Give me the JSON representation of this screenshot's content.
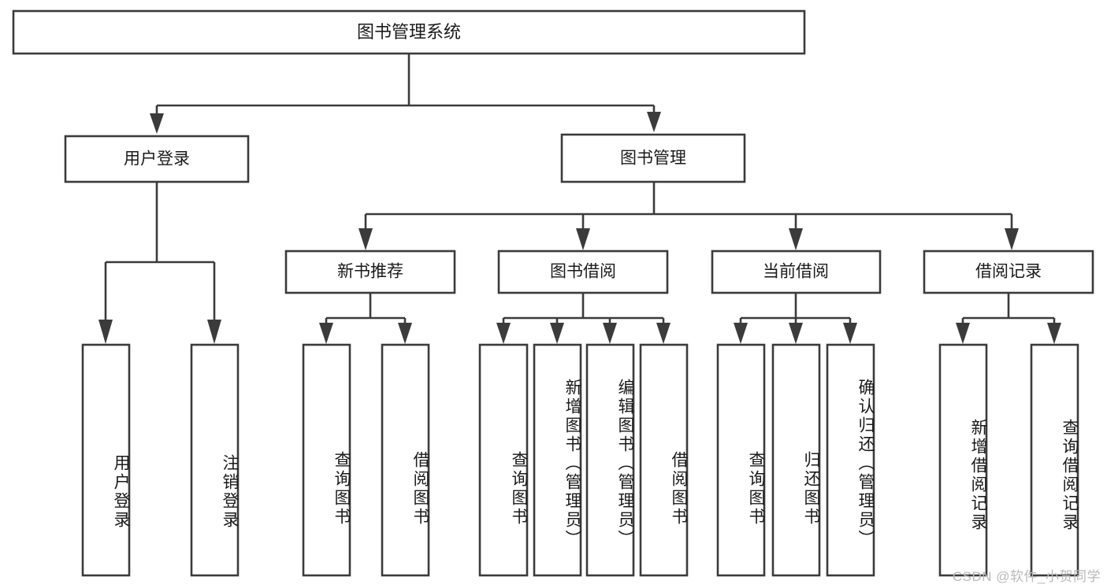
{
  "diagram": {
    "type": "hierarchy-tree",
    "title": "图书管理系统",
    "root": {
      "id": "root",
      "label": "图书管理系统"
    },
    "level2": [
      {
        "id": "user-login",
        "label": "用户登录"
      },
      {
        "id": "book-management",
        "label": "图书管理"
      }
    ],
    "level3": [
      {
        "id": "new-book-recommend",
        "label": "新书推荐",
        "parent": "book-management"
      },
      {
        "id": "book-borrow",
        "label": "图书借阅",
        "parent": "book-management"
      },
      {
        "id": "current-borrow",
        "label": "当前借阅",
        "parent": "book-management"
      },
      {
        "id": "borrow-record",
        "label": "借阅记录",
        "parent": "book-management"
      }
    ],
    "leaves": [
      {
        "id": "leaf-user-login",
        "label": "用户登录",
        "parent": "user-login"
      },
      {
        "id": "leaf-logout-login",
        "label": "注销登录",
        "parent": "user-login"
      },
      {
        "id": "leaf-query-book-1",
        "label": "查询图书",
        "parent": "new-book-recommend"
      },
      {
        "id": "leaf-borrow-book-1",
        "label": "借阅图书",
        "parent": "new-book-recommend"
      },
      {
        "id": "leaf-query-book-2",
        "label": "查询图书",
        "parent": "book-borrow"
      },
      {
        "id": "leaf-add-book-admin",
        "label": "新增图书（管理员）",
        "parent": "book-borrow"
      },
      {
        "id": "leaf-edit-book-admin",
        "label": "编辑图书（管理员）",
        "parent": "book-borrow"
      },
      {
        "id": "leaf-borrow-book-2",
        "label": "借阅图书",
        "parent": "book-borrow"
      },
      {
        "id": "leaf-query-book-3",
        "label": "查询图书",
        "parent": "current-borrow"
      },
      {
        "id": "leaf-return-book",
        "label": "归还图书",
        "parent": "current-borrow"
      },
      {
        "id": "leaf-confirm-return-admin",
        "label": "确认归还（管理员）",
        "parent": "current-borrow"
      },
      {
        "id": "leaf-add-borrow-record",
        "label": "新增借阅记录",
        "parent": "borrow-record"
      },
      {
        "id": "leaf-query-borrow-record",
        "label": "查询借阅记录",
        "parent": "borrow-record"
      }
    ]
  },
  "watermark": {
    "text": "CSDN @软件_小贺同学"
  },
  "colors": {
    "stroke": "#3b3b3b",
    "fill": "#ffffff",
    "text": "#1a1a1a",
    "watermark": "#b9b9b9"
  }
}
